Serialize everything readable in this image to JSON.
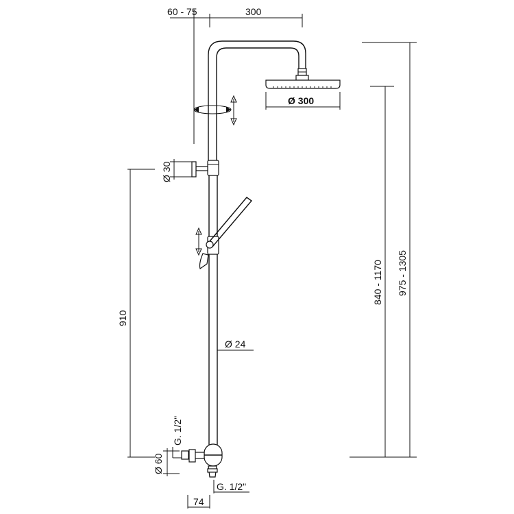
{
  "dimensions": {
    "arm_offset": "60 - 75",
    "arm_length": "300",
    "head_diameter": "Ø 300",
    "slider_knob_diameter": "Ø 30",
    "total_height_min": "840 - 1170",
    "total_height_max": "975 - 1305",
    "riser_height": "910",
    "pipe_diameter": "Ø 24",
    "inlet_thread_top": "G. 1/2\"",
    "inlet_diameter": "Ø 60",
    "outlet_thread_bottom": "G. 1/2\"",
    "inlet_depth": "74"
  }
}
